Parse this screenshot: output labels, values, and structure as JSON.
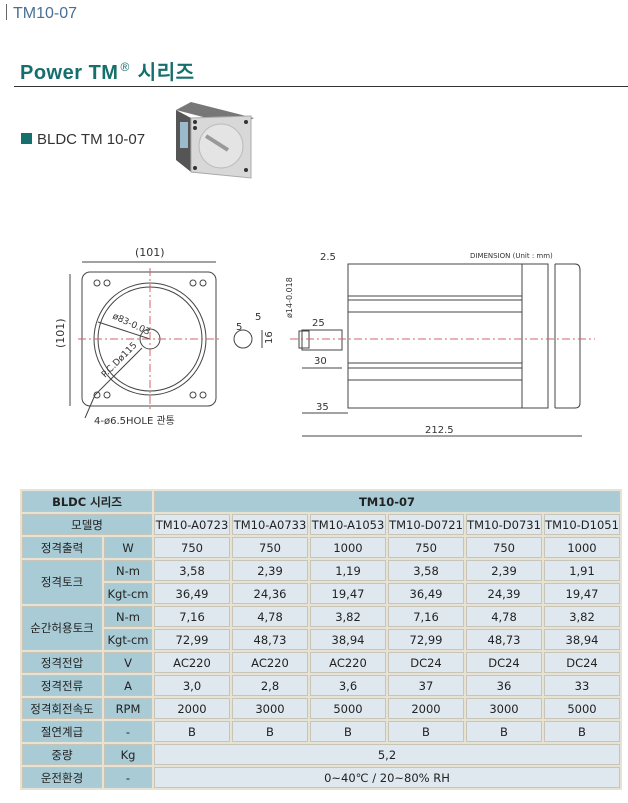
{
  "breadcrumb": "TM10-07",
  "title": {
    "brand": "Power TM",
    "reg": "®",
    "series": "시리즈"
  },
  "product": {
    "label": "BLDC TM 10-07"
  },
  "drawing": {
    "front_width": "(101)",
    "front_height": "(101)",
    "pilot_dia": "ø83-0.03",
    "pcd": "P.C.Dø115",
    "holes": "4-ø6.5HOLE 관통",
    "key_w": "5",
    "key_h": "5",
    "key_d": "16",
    "shaft_dia": "ø14-0.018",
    "flange": "2.5",
    "key_len": "25",
    "shaft_len": "30",
    "shaft_total": "35",
    "total_len": "212.5",
    "dimension_note": "DIMENSION (Unit : mm)"
  },
  "table": {
    "series_label": "BLDC 시리즈",
    "series_value": "TM10-07",
    "model_label": "모델명",
    "models": [
      "TM10-A0723",
      "TM10-A0733",
      "TM10-A1053",
      "TM10-D0721",
      "TM10-D0731",
      "TM10-D1051"
    ],
    "rows": [
      {
        "label": "정격출력",
        "unit": "W",
        "values": [
          "750",
          "750",
          "1000",
          "750",
          "750",
          "1000"
        ]
      },
      {
        "label": "정격토크",
        "unit": "N-m",
        "values": [
          "3,58",
          "2,39",
          "1,19",
          "3,58",
          "2,39",
          "1,91"
        ]
      },
      {
        "unit": "Kgt-cm",
        "values": [
          "36,49",
          "24,36",
          "19,47",
          "36,49",
          "24,39",
          "19,47"
        ]
      },
      {
        "label": "순간허용토크",
        "unit": "N-m",
        "values": [
          "7,16",
          "4,78",
          "3,82",
          "7,16",
          "4,78",
          "3,82"
        ]
      },
      {
        "unit": "Kgt-cm",
        "values": [
          "72,99",
          "48,73",
          "38,94",
          "72,99",
          "48,73",
          "38,94"
        ]
      },
      {
        "label": "정격전압",
        "unit": "V",
        "values": [
          "AC220",
          "AC220",
          "AC220",
          "DC24",
          "DC24",
          "DC24"
        ]
      },
      {
        "label": "정격전류",
        "unit": "A",
        "values": [
          "3,0",
          "2,8",
          "3,6",
          "37",
          "36",
          "33"
        ]
      },
      {
        "label": "정격회전속도",
        "unit": "RPM",
        "values": [
          "2000",
          "3000",
          "5000",
          "2000",
          "3000",
          "5000"
        ]
      },
      {
        "label": "절연계급",
        "unit": "-",
        "values": [
          "B",
          "B",
          "B",
          "B",
          "B",
          "B"
        ]
      },
      {
        "label": "중량",
        "unit": "Kg",
        "value": "5,2"
      },
      {
        "label": "운전환경",
        "unit": "-",
        "value": "0~40℃ / 20~80% RH"
      }
    ]
  }
}
